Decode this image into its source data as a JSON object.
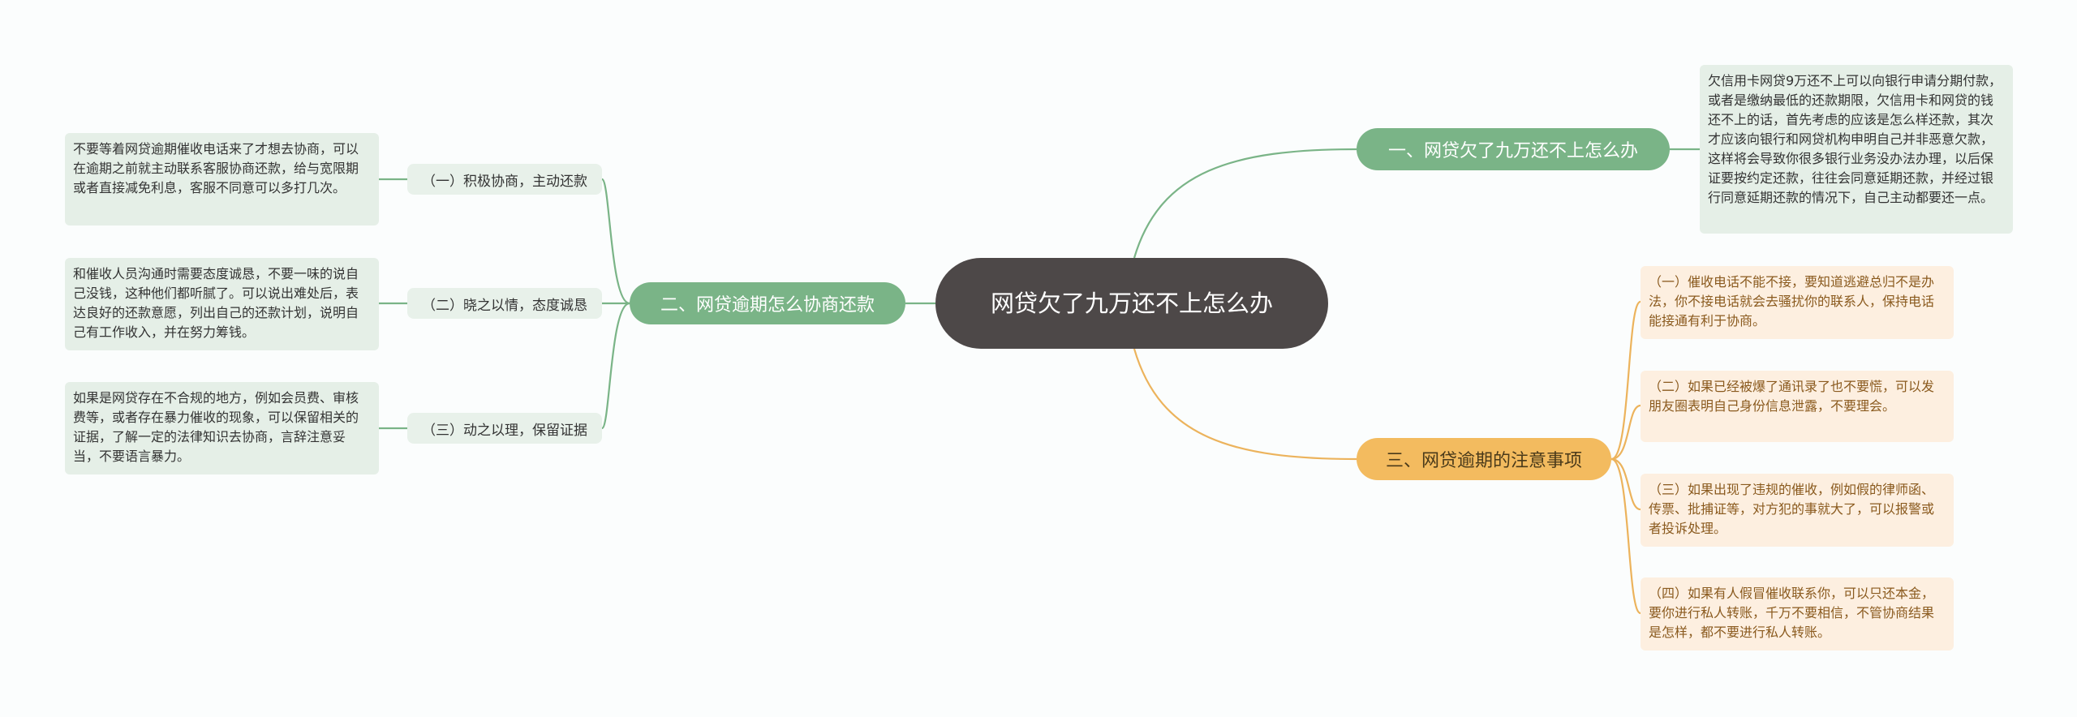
{
  "root": {
    "label": "网贷欠了九万还不上怎么办"
  },
  "branch1": {
    "label": "一、网贷欠了九万还不上怎么办",
    "detail": "欠信用卡网贷9万还不上可以向银行申请分期付款，或者是缴纳最低的还款期限，欠信用卡和网贷的钱还不上的话，首先考虑的应该是怎么样还款，其次才应该向银行和网贷机构申明自己并非恶意欠款，这样将会导致你很多银行业务没办法办理，以后保证要按约定还款，往往会同意延期还款，并经过银行同意延期还款的情况下，自己主动都要还一点。"
  },
  "branch2": {
    "label": "二、网贷逾期怎么协商还款",
    "items": [
      {
        "label": "（一）积极协商，主动还款",
        "detail": "不要等着网贷逾期催收电话来了才想去协商，可以在逾期之前就主动联系客服协商还款，给与宽限期或者直接减免利息，客服不同意可以多打几次。"
      },
      {
        "label": "（二）晓之以情，态度诚恳",
        "detail": "和催收人员沟通时需要态度诚恳，不要一味的说自己没钱，这种他们都听腻了。可以说出难处后，表达良好的还款意愿，列出自己的还款计划，说明自己有工作收入，并在努力筹钱。"
      },
      {
        "label": "（三）动之以理，保留证据",
        "detail": "如果是网贷存在不合规的地方，例如会员费、审核费等，或者存在暴力催收的现象，可以保留相关的证据，了解一定的法律知识去协商，言辞注意妥当，不要语言暴力。"
      }
    ]
  },
  "branch3": {
    "label": "三、网贷逾期的注意事项",
    "items": [
      {
        "detail": "（一）催收电话不能不接，要知道逃避总归不是办法，你不接电话就会去骚扰你的联系人，保持电话能接通有利于协商。"
      },
      {
        "detail": "（二）如果已经被爆了通讯录了也不要慌，可以发朋友圈表明自己身份信息泄露，不要理会。"
      },
      {
        "detail": "（三）如果出现了违规的催收，例如假的律师函、传票、批捕证等，对方犯的事就大了，可以报警或者投诉处理。"
      },
      {
        "detail": "（四）如果有人假冒催收联系你，可以只还本金，要你进行私人转账，千万不要相信，不管协商结果是怎样，都不要进行私人转账。"
      }
    ]
  },
  "colors": {
    "green": "#7ab487",
    "orange": "#f3bb5f",
    "root": "#4d4848"
  }
}
